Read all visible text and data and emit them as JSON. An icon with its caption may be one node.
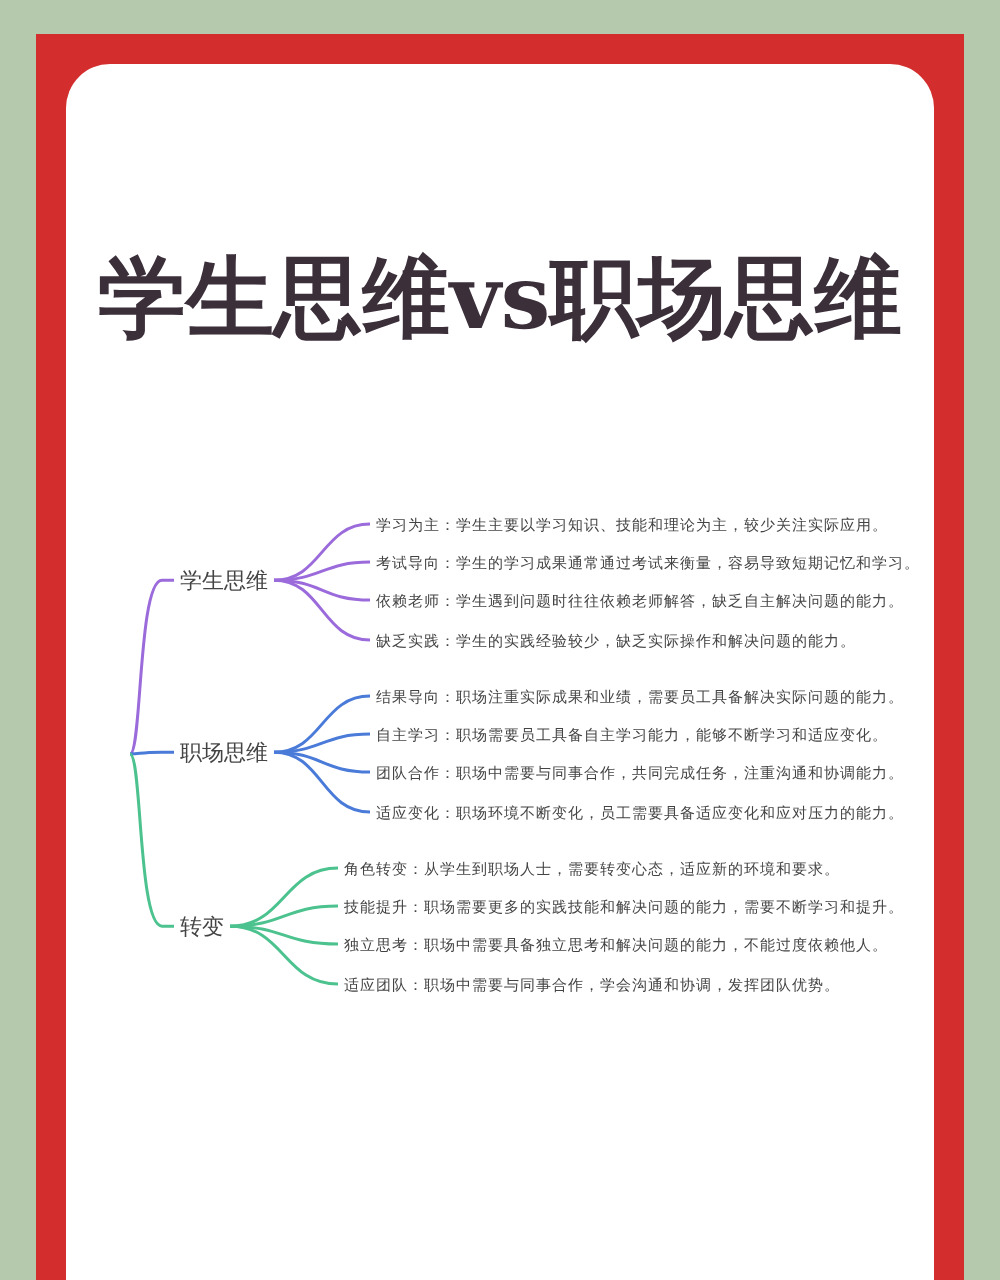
{
  "diagram": {
    "title": "学生思维vs职场思维",
    "nodes": [
      {
        "text": [
          "学生思维"
        ]
      },
      {
        "text": [
          "学习为主：学生主要以学习知识、技能和理论为主，较少关注实际应用。"
        ]
      },
      {
        "text": [
          "考试导向：学生的学习成果通常通过考试来衡量，容易导致短期记忆和学习。"
        ]
      },
      {
        "text": [
          "依赖老师：学生遇到问题时往往依赖老师解答，缺乏自主解决问题的能力。"
        ]
      },
      {
        "text": [
          "缺乏实践：学生的实践经验较少，缺乏实际操作和解决问题的能力。"
        ]
      },
      {
        "text": [
          "职场思维"
        ]
      },
      {
        "text": [
          "结果导向：职场注重实际成果和业绩，需要员工具备解决实际问题的能力。"
        ]
      },
      {
        "text": [
          "自主学习：职场需要员工具备自主学习能力，能够不断学习和适应变化。"
        ]
      },
      {
        "text": [
          "团队合作：职场中需要与同事合作，共同完成任务，注重沟通和协调能力。"
        ]
      },
      {
        "text": [
          "适应变化：职场环境不断变化，员工需要具备适应变化和应对压力的能力。"
        ]
      },
      {
        "text": [
          "转变"
        ]
      },
      {
        "text": [
          "角色转变：从学生到职场人士，需要转变心态，适应新的环境和要求。"
        ]
      },
      {
        "text": [
          "技能提升：职场需要更多的实践技能和解决问题的能力，需要不断学习和提升。"
        ]
      },
      {
        "text": [
          "独立思考：职场中需要具备独立思考和解决问题的能力，不能过度依赖他人。"
        ]
      },
      {
        "text": [
          "适应团队：职场中需要与同事合作，学会沟通和协调，发挥团队优势。"
        ]
      }
    ],
    "edges": [
      {
        "from": null,
        "to": 0,
        "arrow": "none",
        "color": "#9b6bdb"
      },
      {
        "from": null,
        "to": 5,
        "arrow": "none",
        "color": "#4a7bd8"
      },
      {
        "from": null,
        "to": 10,
        "arrow": "none",
        "color": "#4cc28f"
      },
      {
        "from": 0,
        "to": 1,
        "arrow": "none",
        "color": "#9b6bdb"
      },
      {
        "from": 0,
        "to": 2,
        "arrow": "none",
        "color": "#9b6bdb"
      },
      {
        "from": 0,
        "to": 3,
        "arrow": "none",
        "color": "#9b6bdb"
      },
      {
        "from": 0,
        "to": 4,
        "arrow": "none",
        "color": "#9b6bdb"
      },
      {
        "from": 5,
        "to": 6,
        "arrow": "none",
        "color": "#4a7bd8"
      },
      {
        "from": 5,
        "to": 7,
        "arrow": "none",
        "color": "#4a7bd8"
      },
      {
        "from": 5,
        "to": 8,
        "arrow": "none",
        "color": "#4a7bd8"
      },
      {
        "from": 5,
        "to": 9,
        "arrow": "none",
        "color": "#4a7bd8"
      },
      {
        "from": 10,
        "to": 11,
        "arrow": "none",
        "color": "#4cc28f"
      },
      {
        "from": 10,
        "to": 12,
        "arrow": "none",
        "color": "#4cc28f"
      },
      {
        "from": 10,
        "to": 13,
        "arrow": "none",
        "color": "#4cc28f"
      },
      {
        "from": 10,
        "to": 14,
        "arrow": "none",
        "color": "#4cc28f"
      }
    ]
  }
}
